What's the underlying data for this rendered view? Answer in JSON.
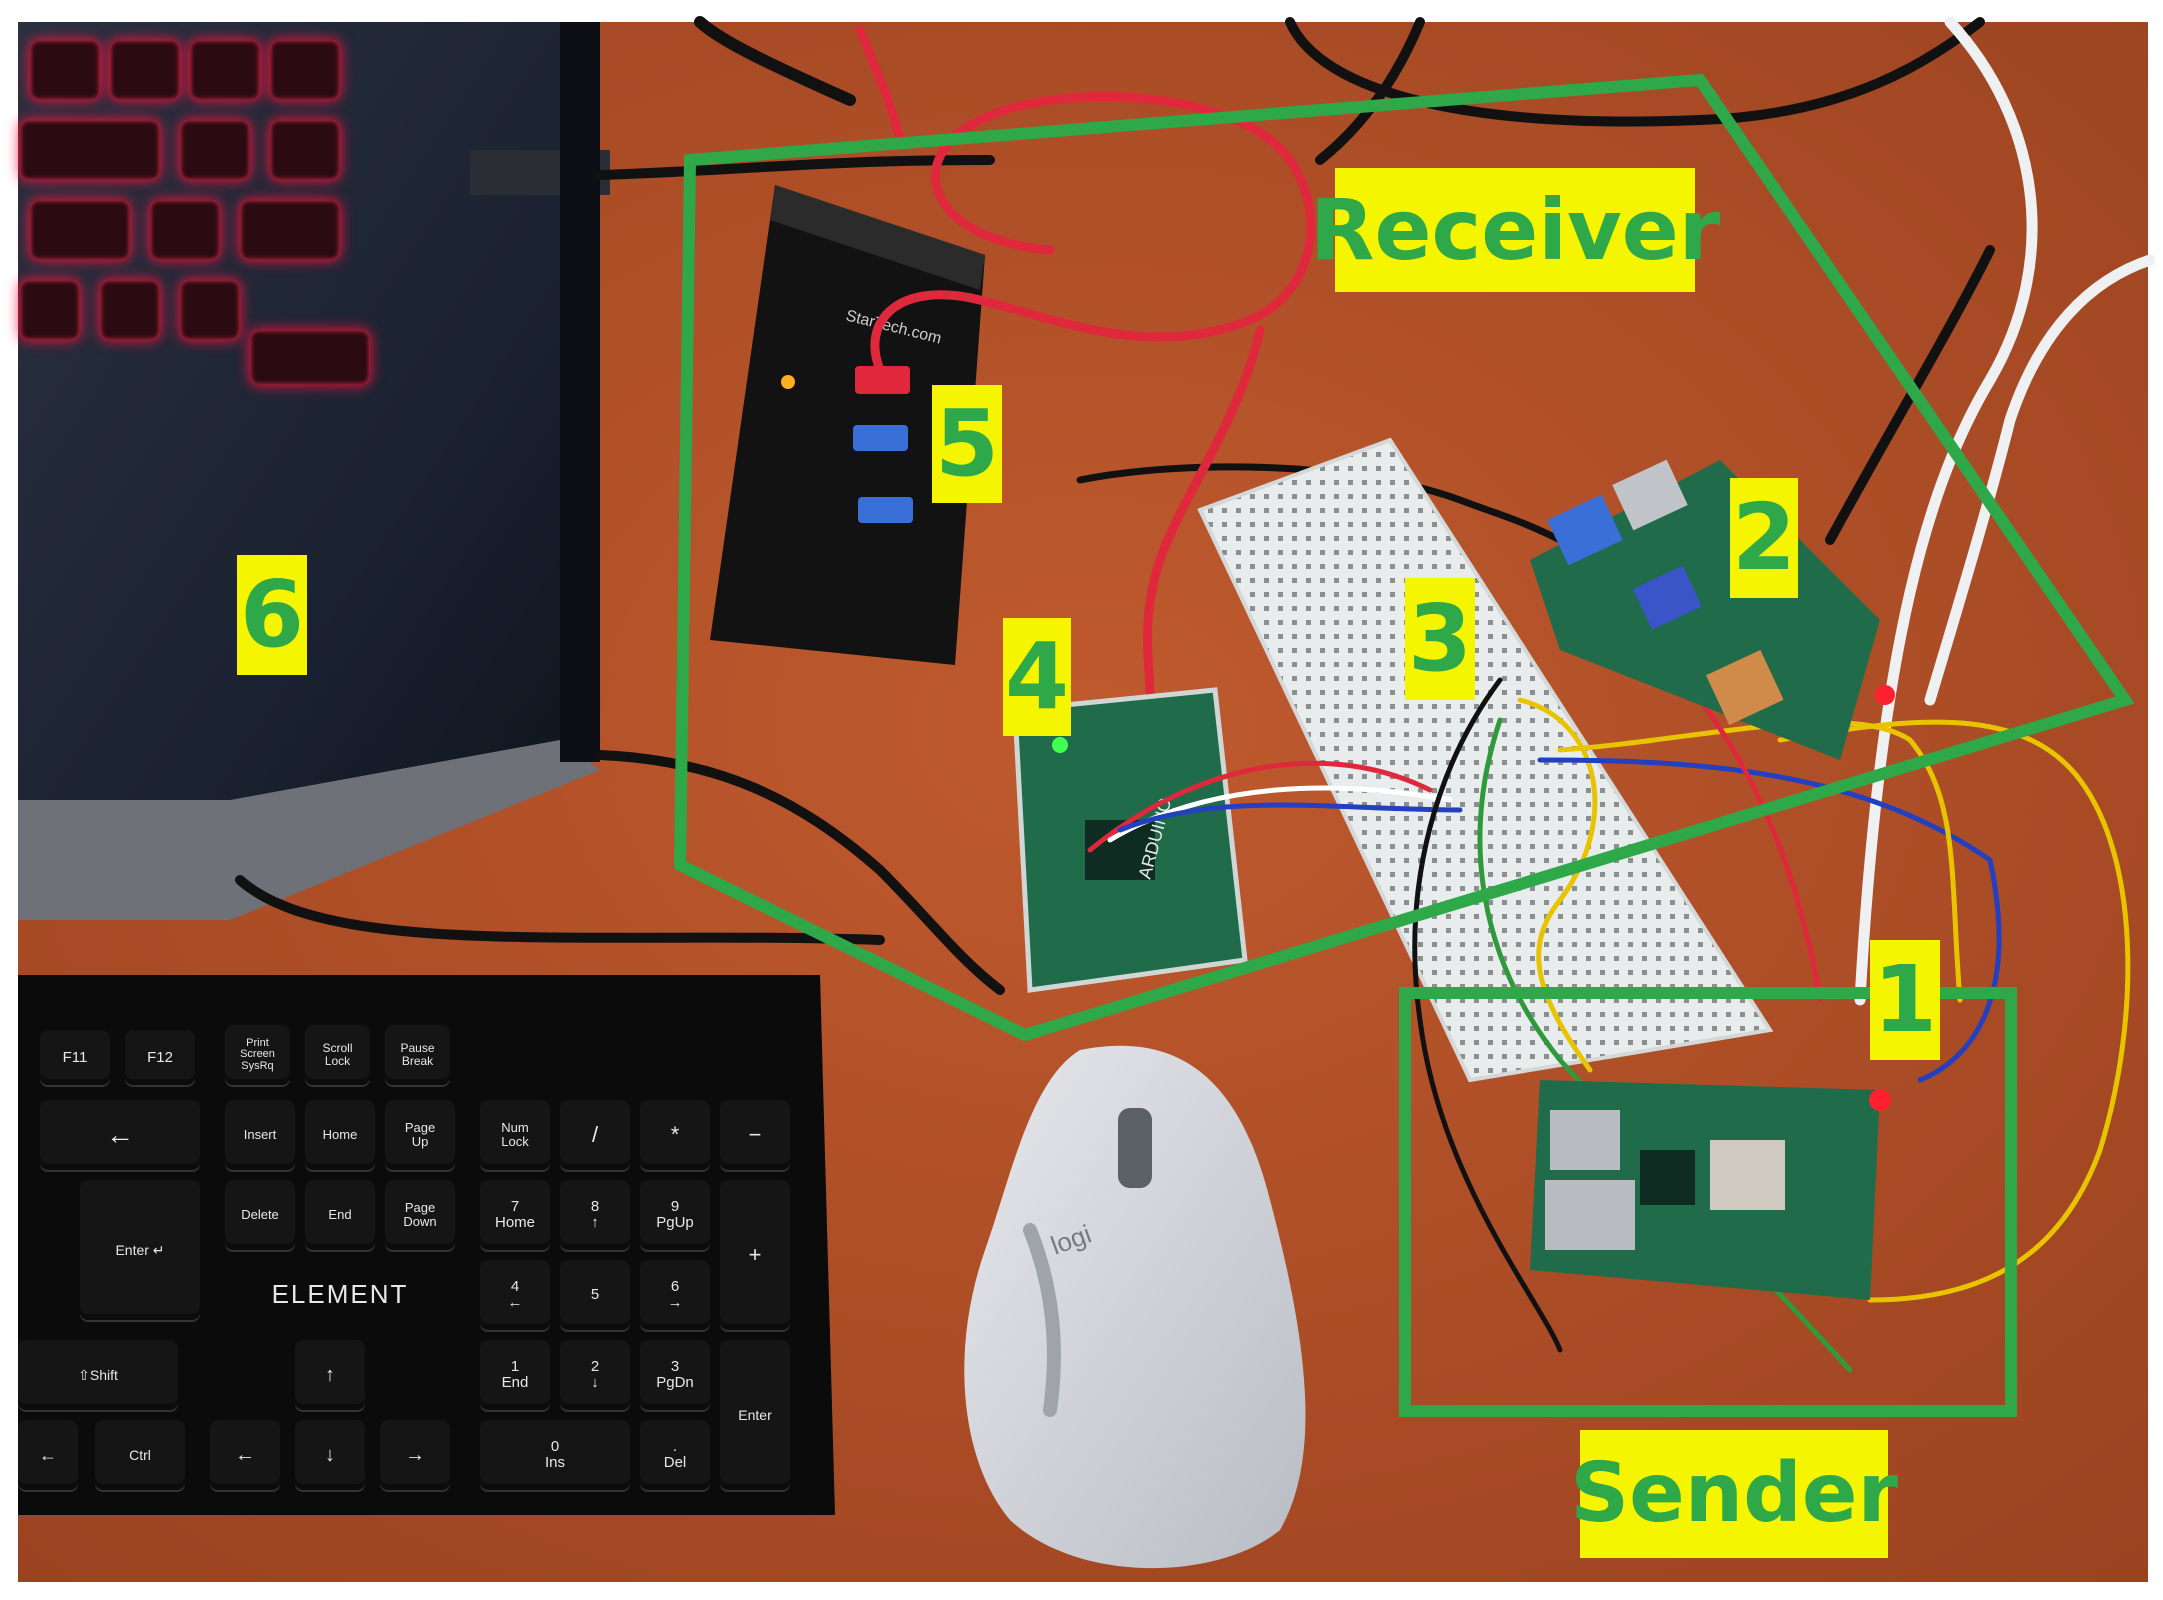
{
  "labels": {
    "receiver": "Receiver",
    "sender": "Sender",
    "n1": "1",
    "n2": "2",
    "n3": "3",
    "n4": "4",
    "n5": "5",
    "n6": "6"
  },
  "hub_brand": "StarTech.com",
  "keyboard_brand": "ELEMENT",
  "mouse_brand": "logi",
  "keyboard_keys": {
    "f11": "F11",
    "f12": "F12",
    "prtsc": "Print\nScreen\nSysRq",
    "scroll": "Scroll\nLock",
    "pause": "Pause\nBreak",
    "insert": "Insert",
    "home": "Home",
    "pgup": "Page\nUp",
    "numlock": "Num\nLock",
    "slash": "/",
    "star": "*",
    "minus": "−",
    "delete": "Delete",
    "end": "End",
    "pgdn": "Page\nDown",
    "n7": "7\nHome",
    "n8": "8\n↑",
    "n9": "9\nPgUp",
    "plus": "+",
    "n4": "4\n←",
    "n5": "5",
    "n6": "6\n→",
    "n1": "1\nEnd",
    "n2": "2\n↓",
    "n3": "3\nPgDn",
    "enter": "Enter",
    "n0": "0\nIns",
    "dot": ".\nDel",
    "ctrl": "Ctrl",
    "shift": "⇧Shift",
    "enter_main": "Enter ↵",
    "arrow_left": "←",
    "up": "↑",
    "down": "↓",
    "left": "←",
    "right": "→",
    "backspace": "←"
  },
  "colors": {
    "desk": "#b2502a",
    "outline": "#2fa84a",
    "label_bg": "#f5f500",
    "label_text": "#2fa84a",
    "pcb": "#1f6b4a",
    "cable_red": "#e0283c"
  }
}
